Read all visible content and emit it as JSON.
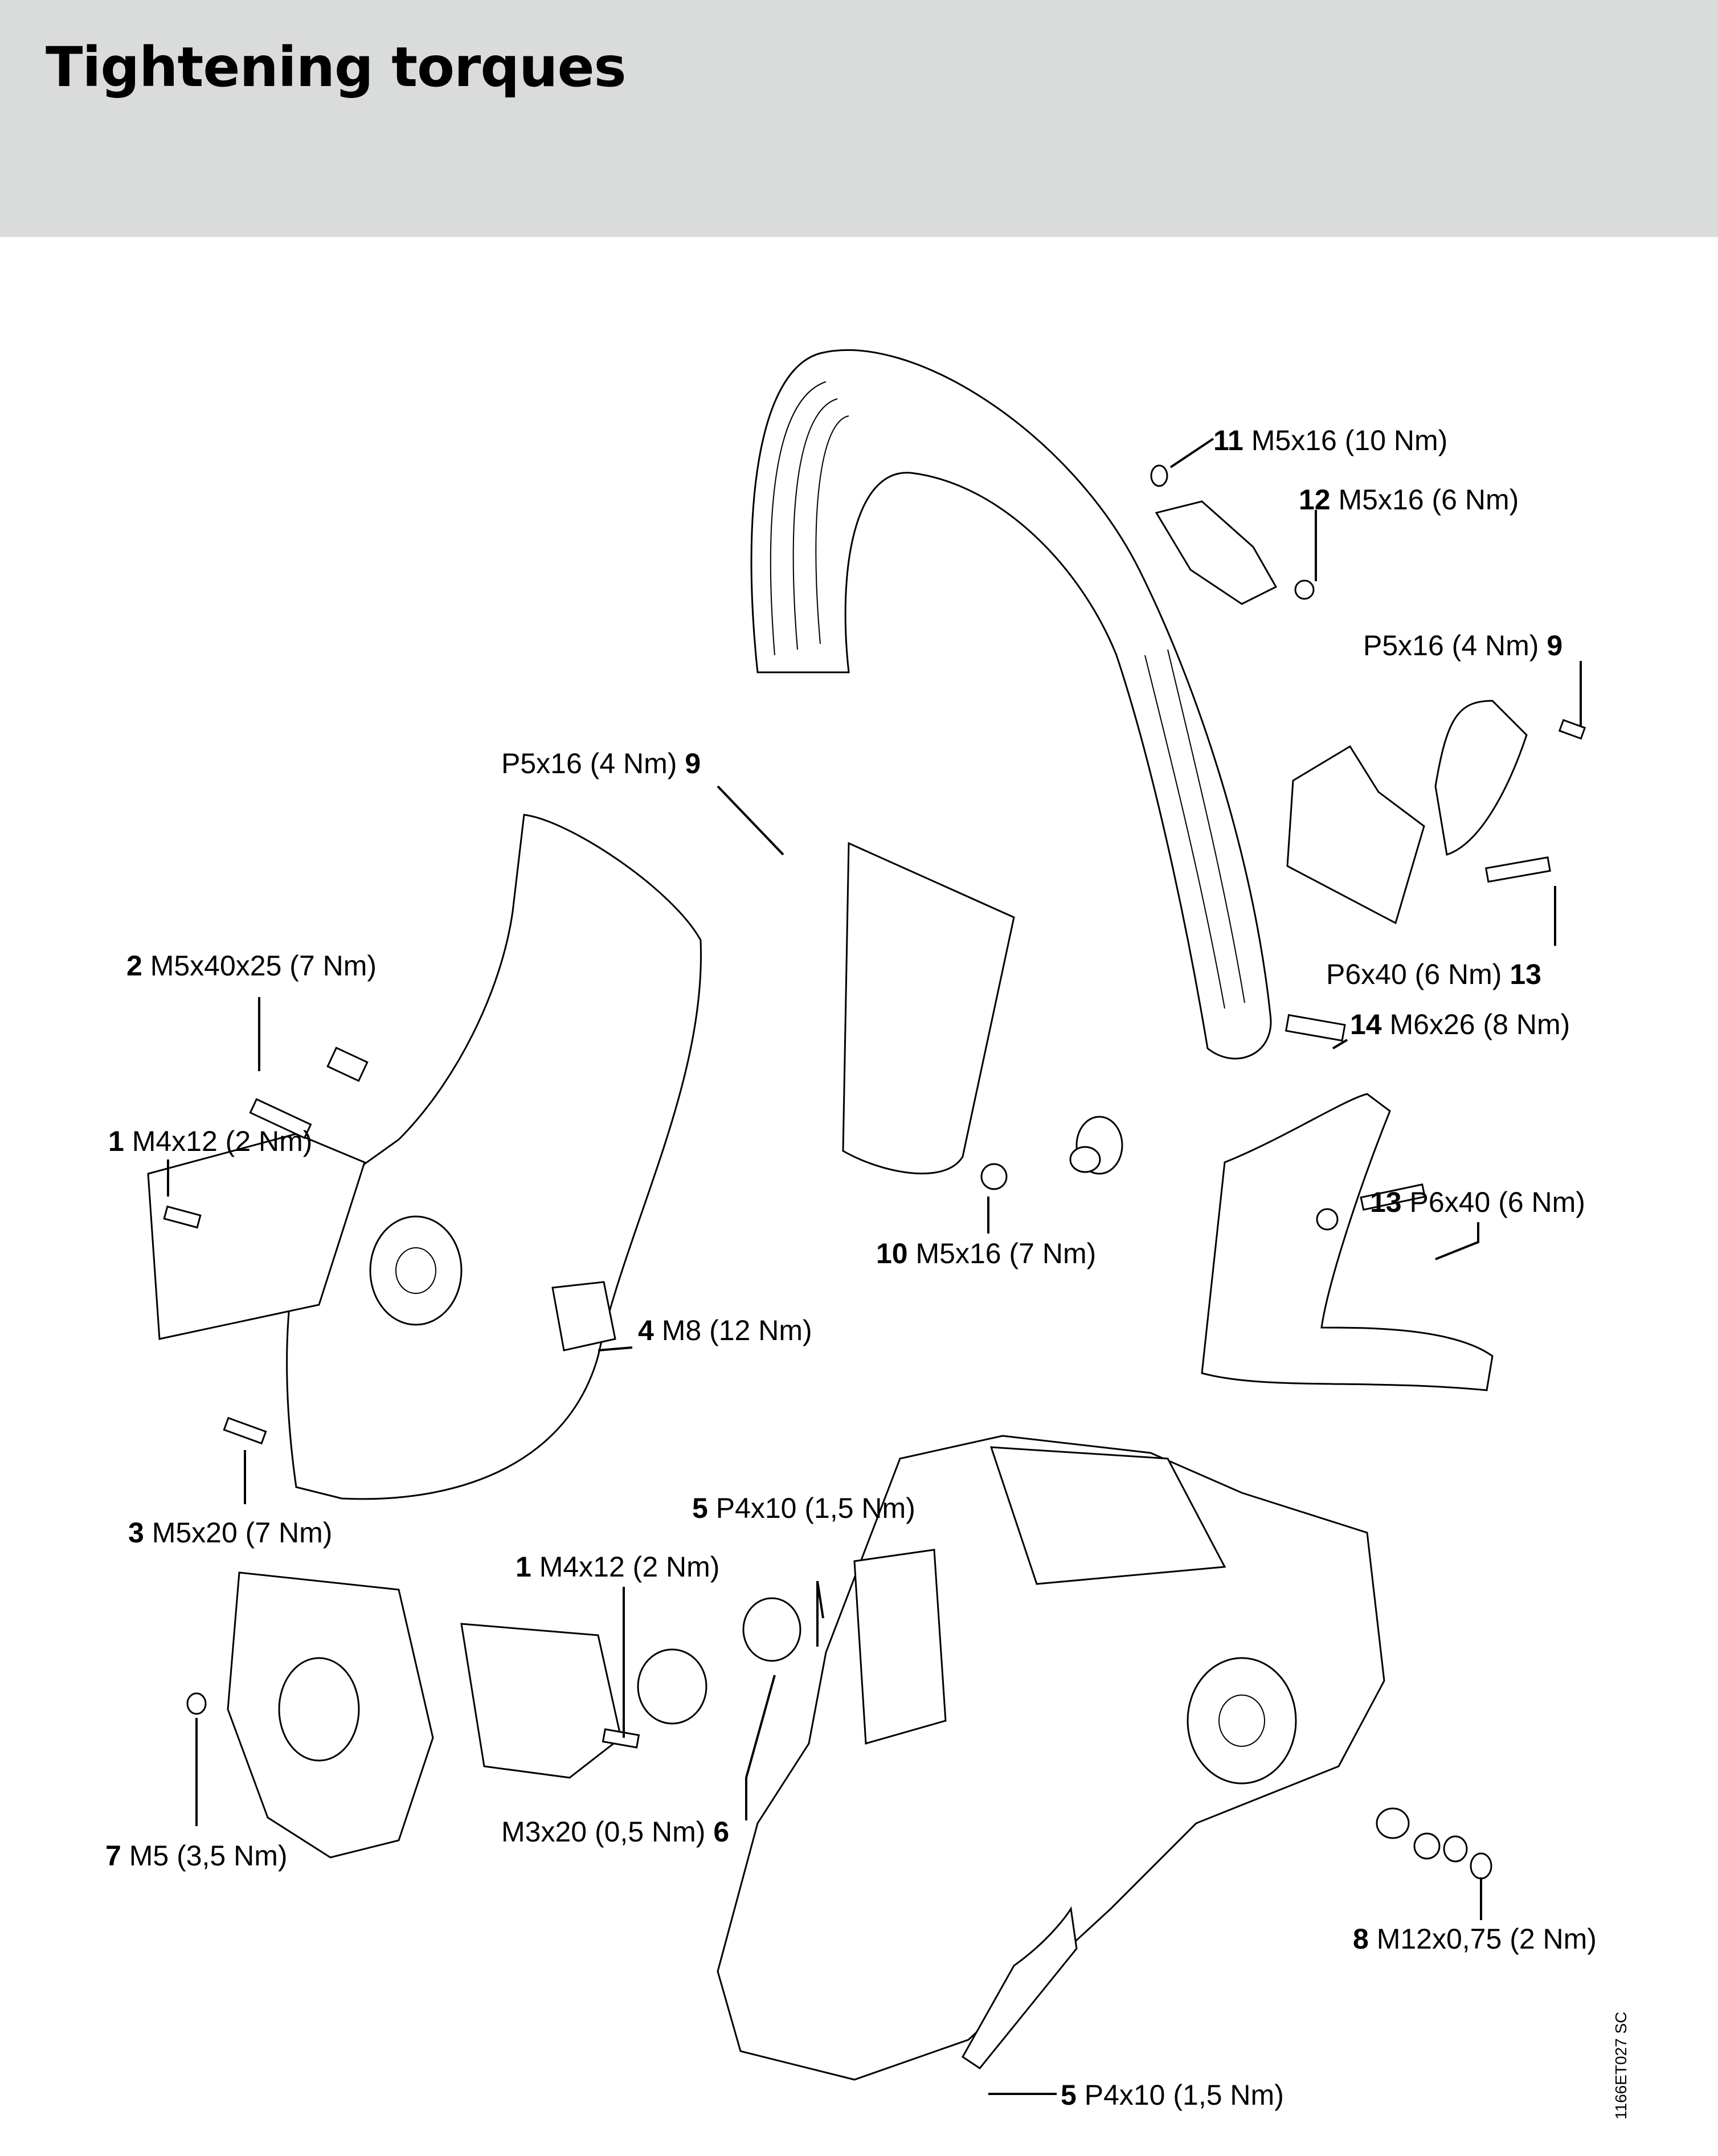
{
  "page": {
    "title": "Tightening torques",
    "figure_code": "1166ET027 SC"
  },
  "callouts": [
    {
      "id": "11",
      "spec": "M5x16 (10 Nm)"
    },
    {
      "id": "12",
      "spec": "M5x16 (6 Nm)"
    },
    {
      "id": "9",
      "spec": "P5x16 (4 Nm)",
      "position": "upper-right"
    },
    {
      "id": "9",
      "spec": "P5x16 (4 Nm)",
      "position": "center"
    },
    {
      "id": "2",
      "spec": "M5x40x25 (7 Nm)"
    },
    {
      "id": "13",
      "spec": "P6x40 (6 Nm)",
      "position": "upper-right"
    },
    {
      "id": "14",
      "spec": "M6x26 (8 Nm)"
    },
    {
      "id": "1",
      "spec": "M4x12 (2 Nm)",
      "position": "left"
    },
    {
      "id": "13",
      "spec": "P6x40 (6 Nm)",
      "position": "lower-right"
    },
    {
      "id": "10",
      "spec": "M5x16 (7 Nm)"
    },
    {
      "id": "4",
      "spec": "M8 (12 Nm)"
    },
    {
      "id": "3",
      "spec": "M5x20 (7 Nm)"
    },
    {
      "id": "5",
      "spec": "P4x10 (1,5 Nm)",
      "position": "top"
    },
    {
      "id": "1",
      "spec": "M4x12 (2 Nm)",
      "position": "center"
    },
    {
      "id": "7",
      "spec": "M5 (3,5 Nm)"
    },
    {
      "id": "6",
      "spec": "M3x20 (0,5 Nm)"
    },
    {
      "id": "8",
      "spec": "M12x0,75 (2 Nm)"
    },
    {
      "id": "5",
      "spec": "P4x10 (1,5 Nm)",
      "position": "bottom"
    }
  ]
}
